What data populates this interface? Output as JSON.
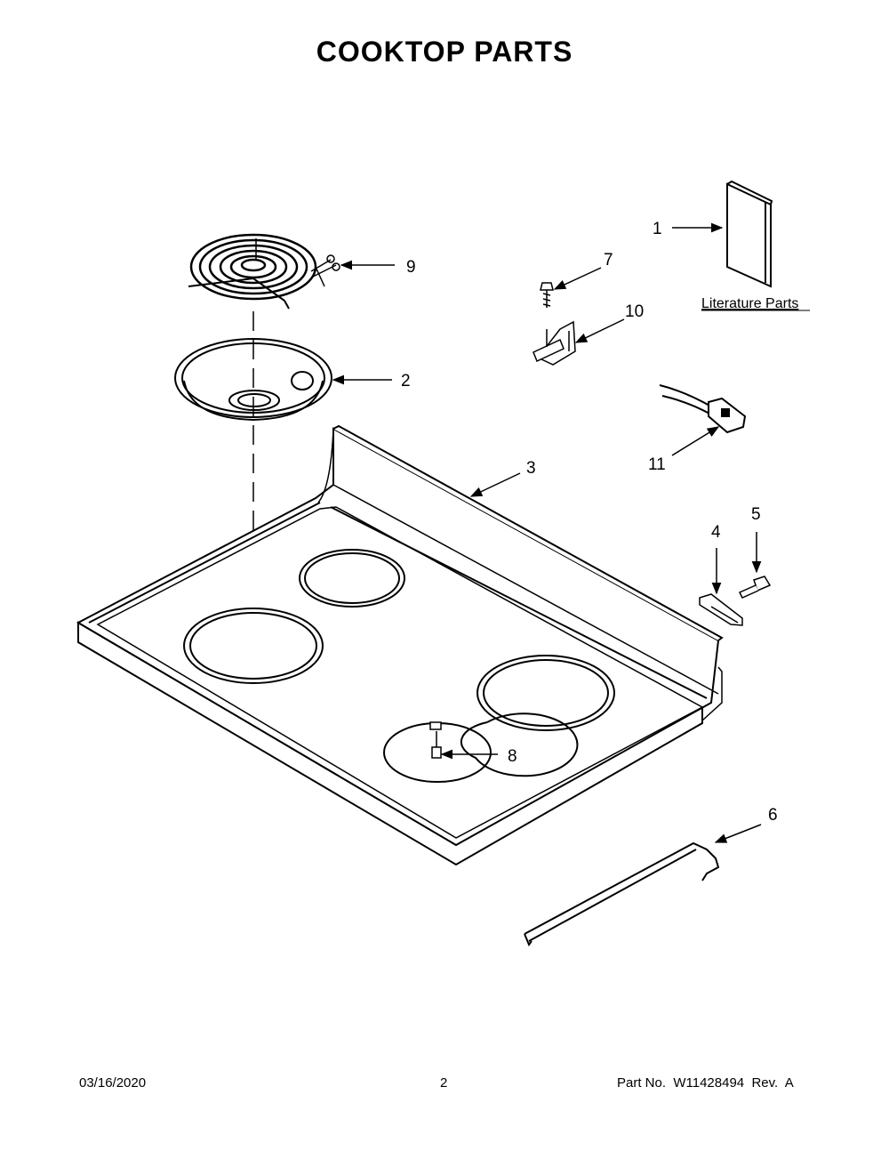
{
  "title": "COOKTOP  PARTS",
  "callouts": {
    "c1": "1",
    "c2": "2",
    "c3": "3",
    "c4": "4",
    "c5": "5",
    "c6": "6",
    "c7": "7",
    "c8": "8",
    "c9": "9",
    "c10": "10",
    "c11": "11"
  },
  "literature_label": "Literature Parts",
  "footer": {
    "date": "03/16/2020",
    "page": "2",
    "part": "Part No.  W11428494  Rev.  A"
  }
}
